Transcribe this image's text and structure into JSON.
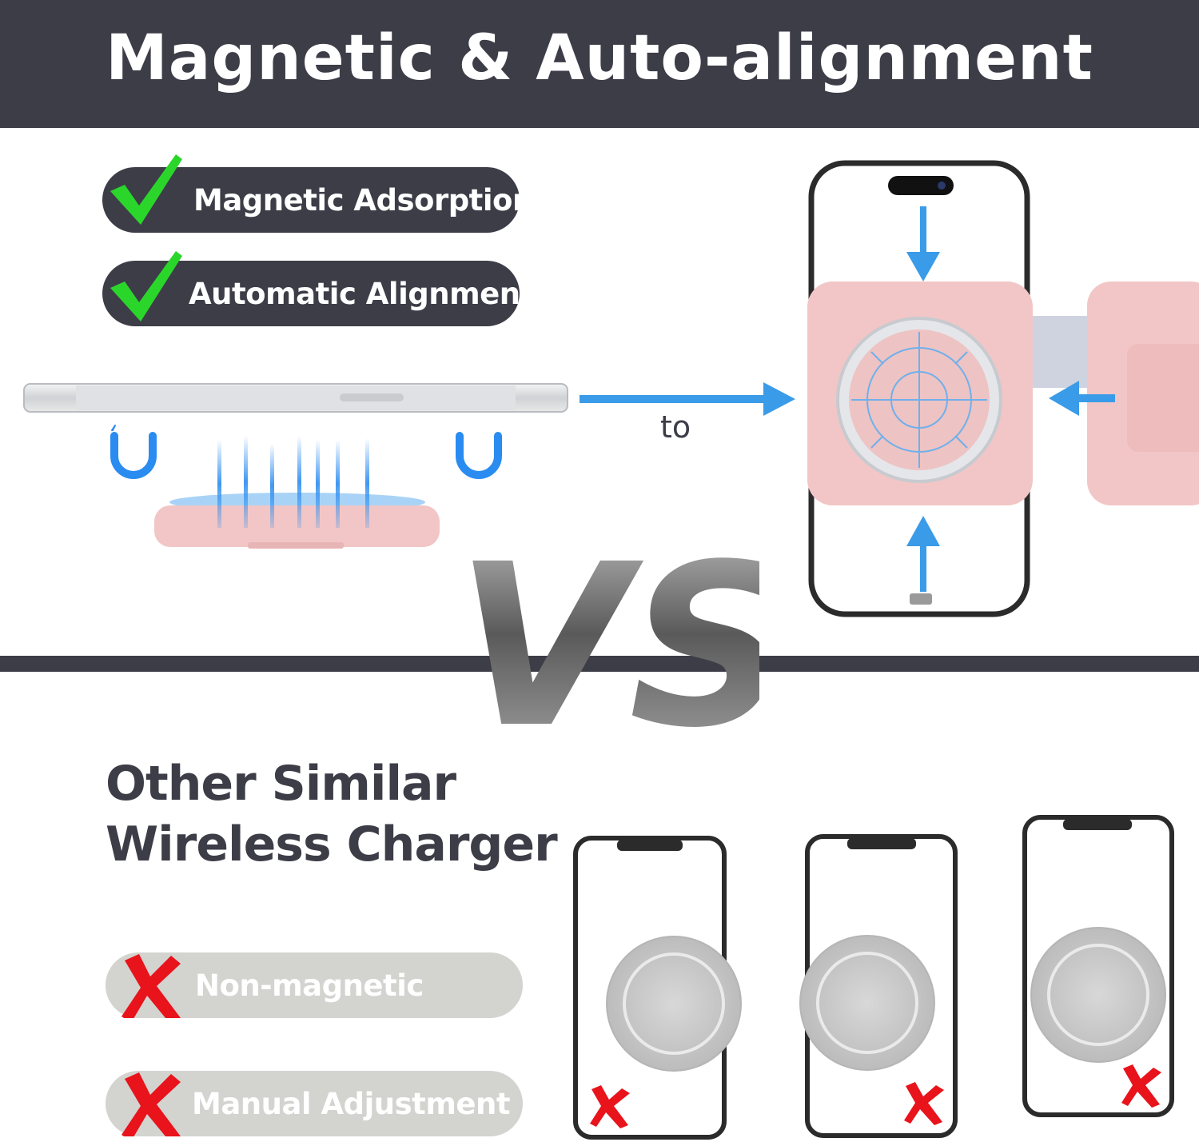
{
  "header": {
    "title": "Magnetic & Auto-alignment"
  },
  "features_good": [
    {
      "label": "Magnetic Adsorption",
      "icon": "check-icon"
    },
    {
      "label": "Automatic Alignment",
      "icon": "check-icon"
    }
  ],
  "arrow_label": "to",
  "vs_text": "VS",
  "other": {
    "title_line1": "Other Similar",
    "title_line2": "Wireless Charger"
  },
  "features_bad": [
    {
      "label": "Non-magnetic",
      "icon": "cross-icon"
    },
    {
      "label": "Manual Adjustment",
      "icon": "cross-icon"
    }
  ],
  "colors": {
    "dark": "#3d3d48",
    "check_green": "#2bd62b",
    "cross_red": "#e8131b",
    "arrow_blue": "#3a9be8",
    "pink": "#f2c6c6",
    "grey_pill": "#d3d3d0"
  }
}
